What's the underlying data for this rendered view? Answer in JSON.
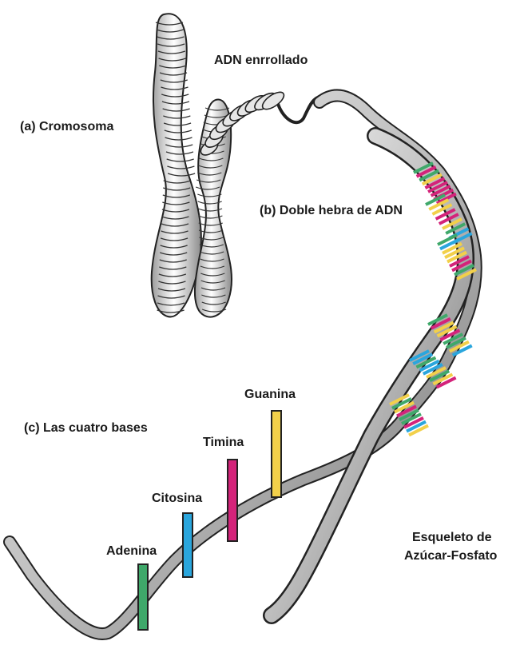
{
  "labels": {
    "cromosoma": "(a) Cromosoma",
    "adn_enrollado": "ADN enrrollado",
    "doble_hebra": "(b) Doble hebra de ADN",
    "cuatro_bases": "(c) Las cuatro bases",
    "guanina": "Guanina",
    "timina": "Timina",
    "citosina": "Citosina",
    "adenina": "Adenina",
    "esqueleto_1": "Esqueleto de",
    "esqueleto_2": "Azúcar-Fosfato"
  },
  "colors": {
    "adenina": "#3fa86a",
    "citosina": "#2aa6dd",
    "timina": "#d4237a",
    "guanina": "#f2d04a",
    "ribbon": "#cfcfcf",
    "outline": "#222222"
  }
}
